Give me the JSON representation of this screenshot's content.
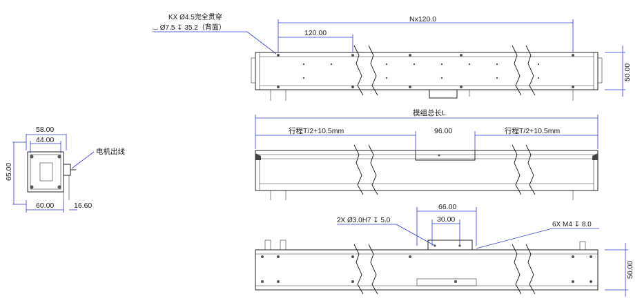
{
  "side_view": {
    "dim_width": "58.00",
    "dim_inner": "44.00",
    "dim_height": "65.00",
    "dim_bottom_left": "60.00",
    "dim_bottom_right": "16.60",
    "motor_label": "电机出线"
  },
  "top_view": {
    "note_holes": "KX Ø4.5完全贯穿",
    "note_counterbore": "⌴ Ø7.5 ↧ 35.2（背面）",
    "dim_pitch_total": "Nx120.0",
    "dim_pitch": "120.00",
    "dim_height": "50.00"
  },
  "front_view": {
    "dim_total": "模组总长L",
    "dim_stroke_left": "行程T/2+10.5mm",
    "dim_carriage": "96.00",
    "dim_stroke_right": "行程T/2+10.5mm"
  },
  "bottom_view": {
    "note_pin_holes": "2X Ø3.0H7 ↧ 5.0",
    "dim_outer": "66.00",
    "dim_inner": "30.00",
    "note_threads": "6X M4 ↧ 8.0",
    "dim_height": "50.00"
  }
}
